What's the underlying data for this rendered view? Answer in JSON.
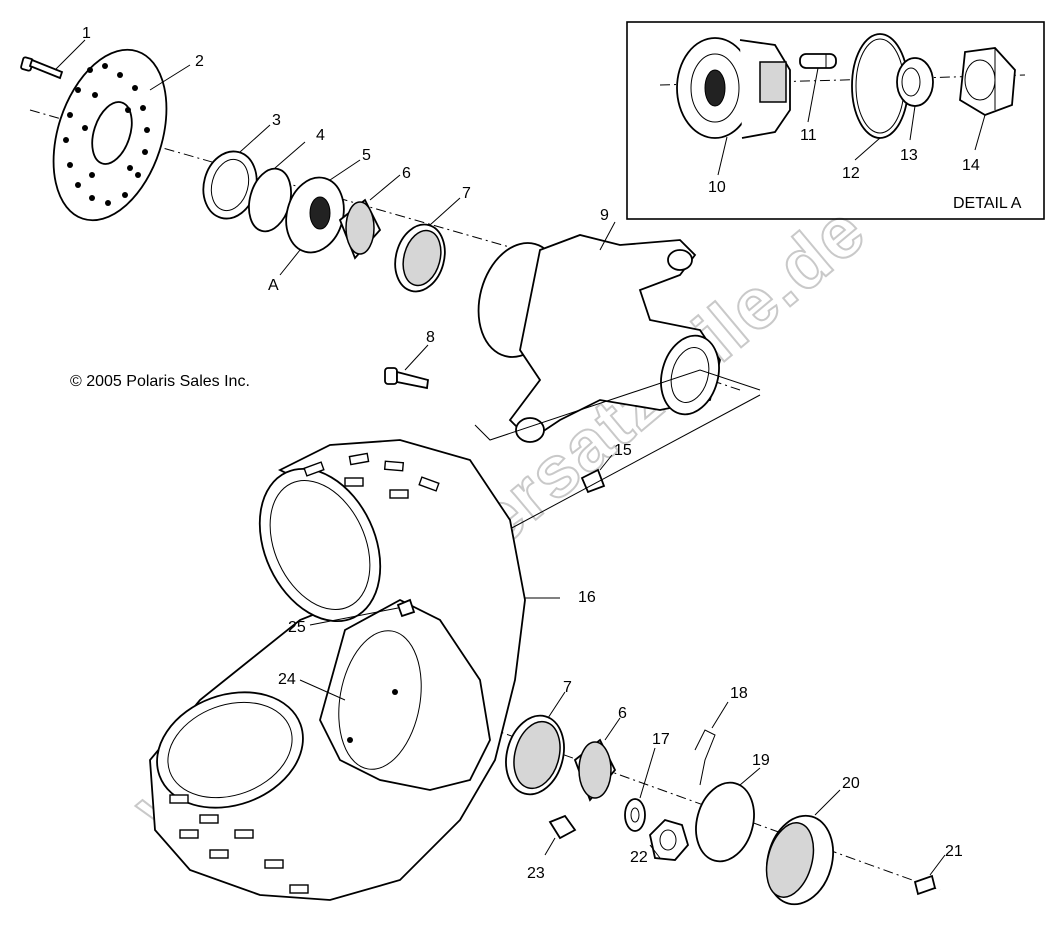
{
  "copyright": "© 2005 Polaris Sales Inc.",
  "detail_label": "DETAIL A",
  "ref_a": "A",
  "watermark": "www.polarisersatzteile.de",
  "callouts": [
    "1",
    "2",
    "3",
    "4",
    "5",
    "6",
    "7",
    "8",
    "9",
    "10",
    "11",
    "12",
    "13",
    "14",
    "15",
    "16",
    "25",
    "24",
    "7",
    "6",
    "17",
    "18",
    "19",
    "20",
    "21",
    "22",
    "23"
  ]
}
